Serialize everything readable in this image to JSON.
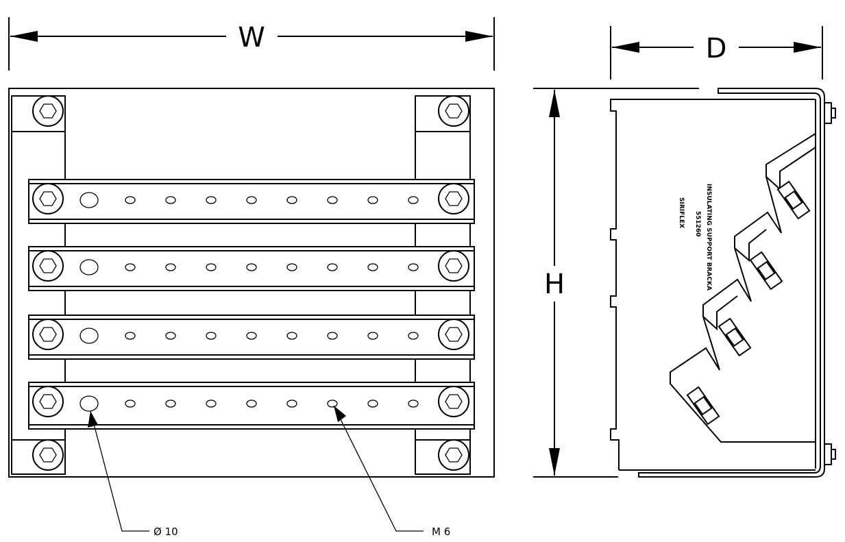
{
  "dimensions": {
    "width_label": "W",
    "depth_label": "D",
    "height_label": "H"
  },
  "callouts": {
    "hole_label": "Ø 10",
    "thread_label": "M 6"
  },
  "product_label": {
    "brand": "SIRIFLEX",
    "part_number": "551260",
    "description": "INSULATING SUPPORT BRACKA"
  },
  "busbars": {
    "count": 4,
    "small_holes_per_bar": 8
  }
}
